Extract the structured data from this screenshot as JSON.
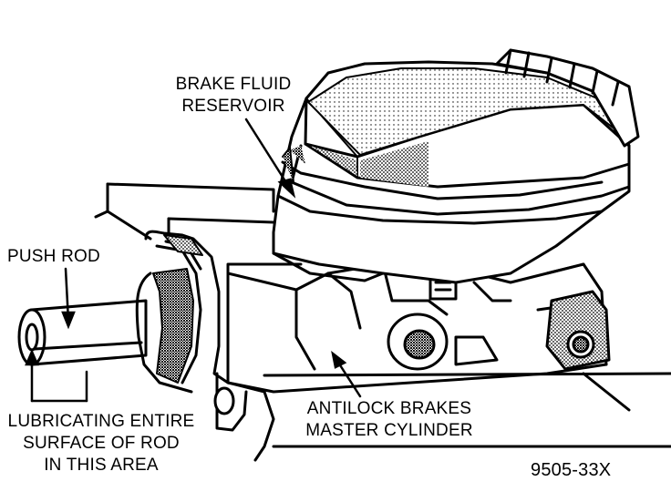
{
  "labels": {
    "reservoir": [
      "BRAKE FLUID",
      "RESERVOIR"
    ],
    "push_rod": "PUSH ROD",
    "lubricate": [
      "LUBRICATING ENTIRE",
      "SURFACE OF ROD",
      "IN THIS AREA"
    ],
    "master_cylinder": [
      "ANTILOCK BRAKES",
      "MASTER CYLINDER"
    ],
    "figure_id": "9505-33X"
  },
  "colors": {
    "ink": "#000000",
    "paper": "#ffffff",
    "shade": "#7a7a7a"
  }
}
